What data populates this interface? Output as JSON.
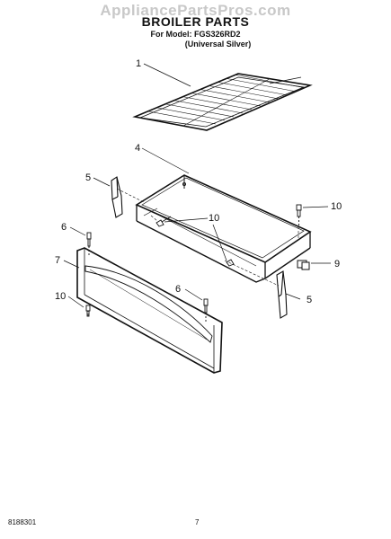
{
  "header": {
    "watermark": "AppliancePartsPros.com",
    "title": "BROILER PARTS",
    "model_line": "For Model: FGS326RD2",
    "color_line": "(Universal Silver)"
  },
  "callouts": {
    "rack": "1",
    "pan": "4",
    "bracket_left": "5",
    "bracket_right": "5",
    "screw_top": "6",
    "screw_front": "6",
    "door": "7",
    "clip": "9",
    "screw_mid": "10",
    "screw_right": "10",
    "screw_bottom": "10"
  },
  "footer": {
    "doc_number": "8188301",
    "page_number": "7"
  }
}
